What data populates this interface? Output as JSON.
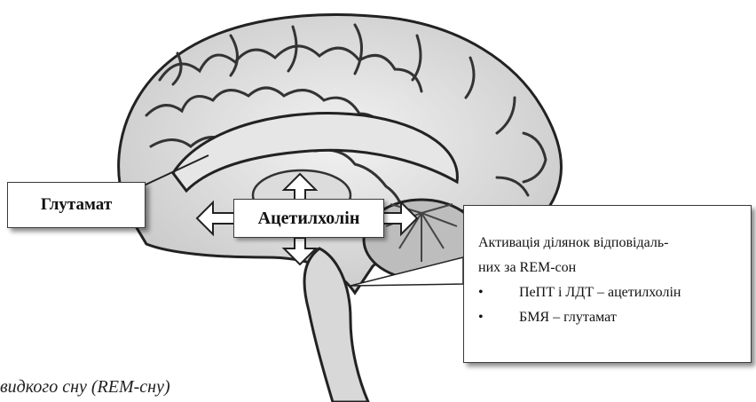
{
  "labels": {
    "glutamate": "Глутамат",
    "acetylcholine": "Ацетилхолін"
  },
  "info": {
    "line1": "Активація ділянок відповідаль-",
    "line2": "них за REM-сон",
    "bullet_symbol": "•",
    "bullets": [
      "ПеПТ і ЛДТ – ацетилхолін",
      "БМЯ – глутамат"
    ]
  },
  "caption": "видкого сну (REM-сну)"
}
